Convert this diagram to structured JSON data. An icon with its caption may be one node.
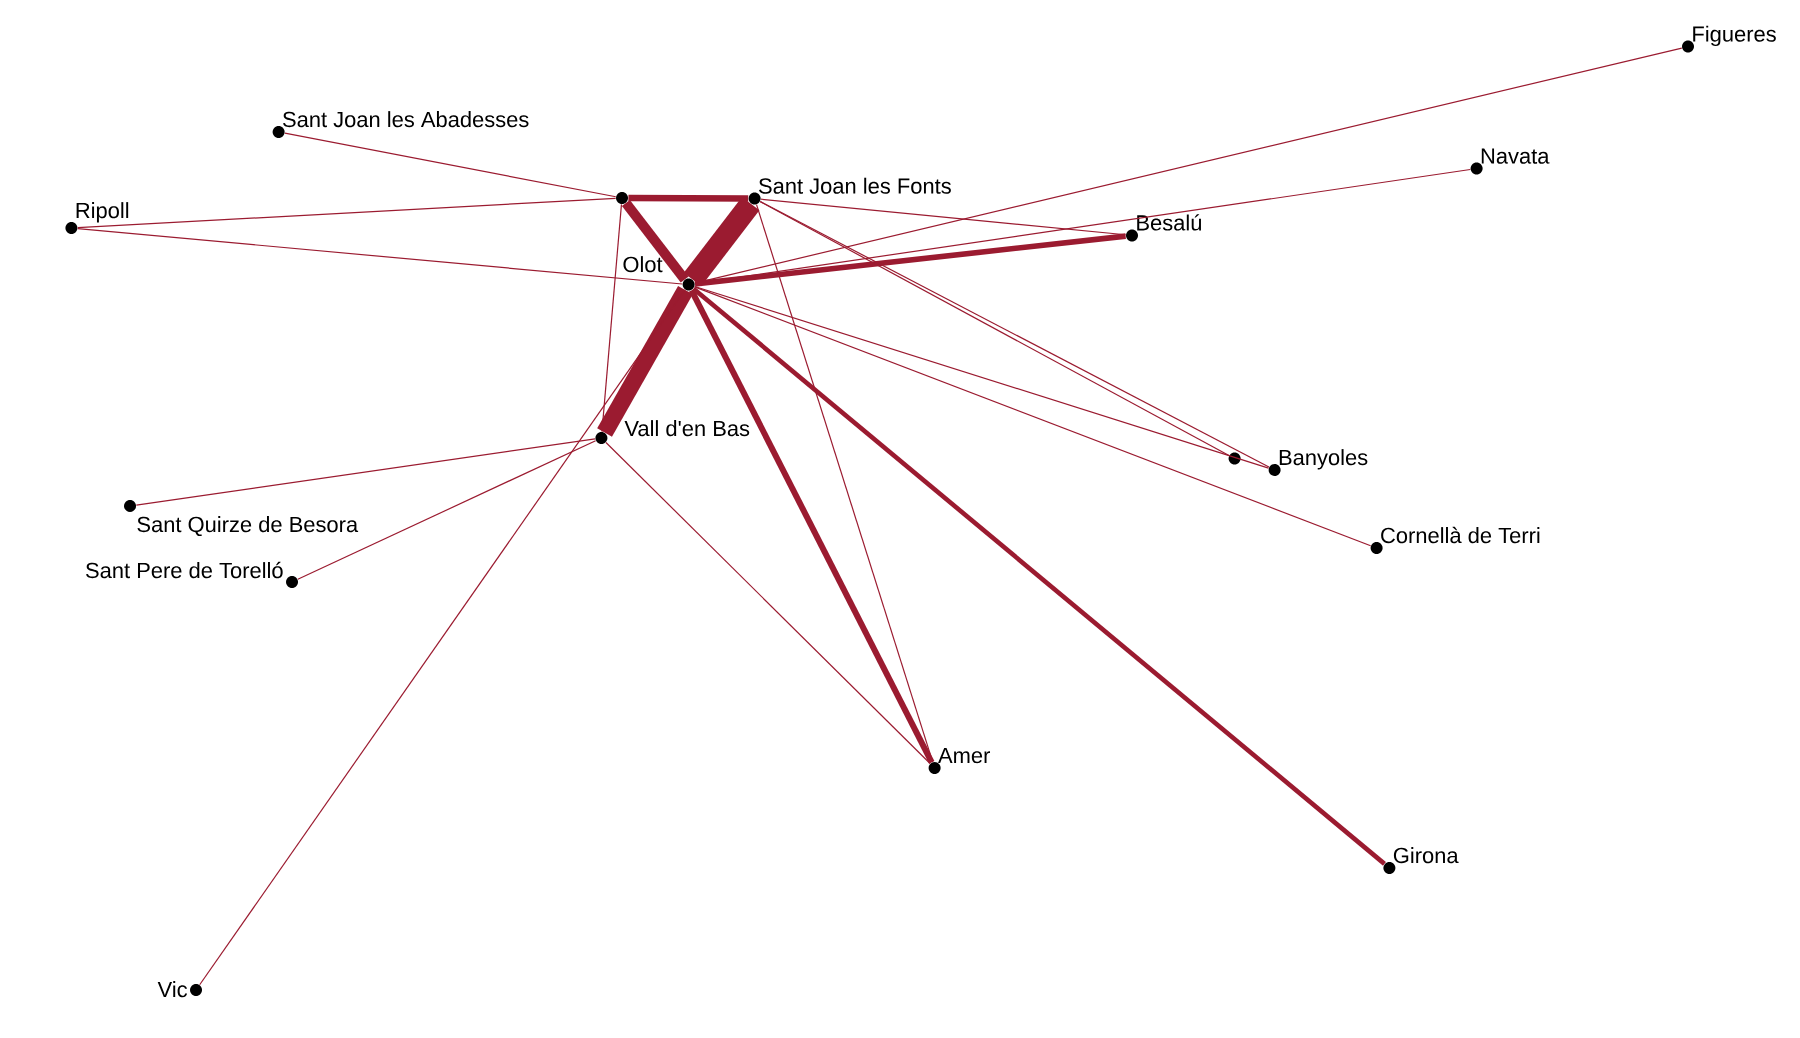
{
  "diagram": {
    "nodes": [
      {
        "text": [
          "Figueres"
        ]
      },
      {
        "text": [
          "Sant Joan les Abadesses"
        ]
      },
      {
        "text": [
          "Navata"
        ]
      },
      {
        "text": [],
        "shape": "circle"
      },
      {
        "text": [
          "Sant Joan les Fonts"
        ]
      },
      {
        "text": [
          "Ripoll"
        ]
      },
      {
        "text": [
          "Besalú"
        ]
      },
      {
        "text": [
          "Olot"
        ]
      },
      {
        "text": [
          "Vall d'en Bas"
        ]
      },
      {
        "text": [],
        "shape": "circle"
      },
      {
        "text": [
          "Banyoles"
        ]
      },
      {
        "text": [
          "Sant Quirze de Besora"
        ]
      },
      {
        "text": [
          "Cornellà de Terri"
        ]
      },
      {
        "text": [
          "Sant Pere de Torelló"
        ]
      },
      {
        "text": [
          "Amer"
        ]
      },
      {
        "text": [
          "Girona"
        ]
      },
      {
        "text": [
          "Vic"
        ]
      }
    ],
    "edges": [
      {
        "from": 4,
        "to": 7,
        "arrow": "none",
        "style": "thick"
      },
      {
        "from": 7,
        "to": 8,
        "arrow": "none",
        "style": "thick"
      },
      {
        "from": 3,
        "to": 7,
        "arrow": "none",
        "style": "thick"
      },
      {
        "from": 3,
        "to": 4,
        "arrow": "none",
        "style": "thick"
      },
      {
        "from": 7,
        "to": 6,
        "arrow": "none",
        "style": "thick"
      },
      {
        "from": 7,
        "to": 14,
        "arrow": "none",
        "style": "thick"
      },
      {
        "from": 7,
        "to": 15,
        "arrow": "none",
        "style": "thick"
      },
      {
        "from": 1,
        "to": 3,
        "arrow": "none"
      },
      {
        "from": 5,
        "to": 3,
        "arrow": "none"
      },
      {
        "from": 5,
        "to": 7,
        "arrow": "none"
      },
      {
        "from": 0,
        "to": 7,
        "arrow": "none"
      },
      {
        "from": 2,
        "to": 7,
        "arrow": "none"
      },
      {
        "from": 4,
        "to": 6,
        "arrow": "none"
      },
      {
        "from": 4,
        "to": 9,
        "arrow": "none"
      },
      {
        "from": 4,
        "to": 10,
        "arrow": "none"
      },
      {
        "from": 7,
        "to": 10,
        "arrow": "none"
      },
      {
        "from": 7,
        "to": 12,
        "arrow": "none"
      },
      {
        "from": 8,
        "to": 11,
        "arrow": "none"
      },
      {
        "from": 8,
        "to": 13,
        "arrow": "none"
      },
      {
        "from": 8,
        "to": 14,
        "arrow": "none"
      },
      {
        "from": 4,
        "to": 14,
        "arrow": "none"
      },
      {
        "from": 3,
        "to": 8,
        "arrow": "none"
      },
      {
        "from": 16,
        "to": 7,
        "arrow": "none"
      }
    ]
  }
}
